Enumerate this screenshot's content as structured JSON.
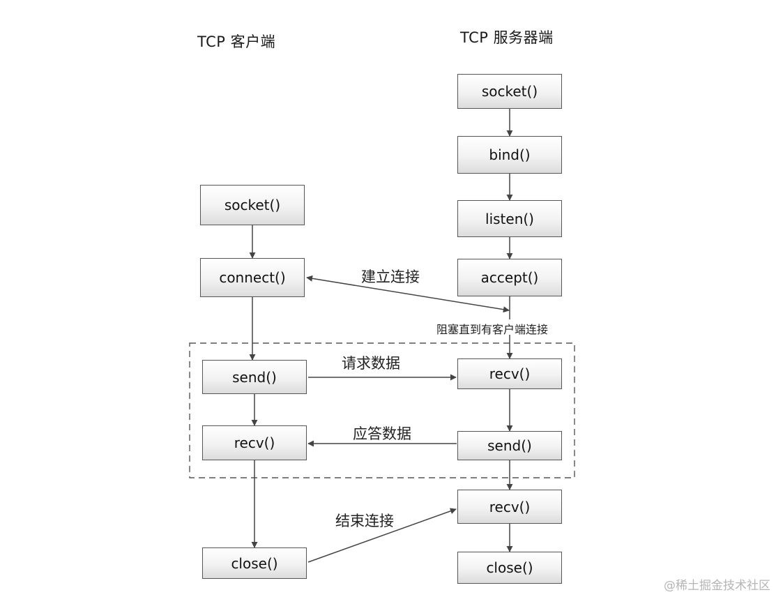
{
  "titles": {
    "client": "TCP 客户端",
    "server": "TCP 服务器端"
  },
  "client": {
    "socket": "socket()",
    "connect": "connect()",
    "send": "send()",
    "recv": "recv()",
    "close": "close()"
  },
  "server": {
    "socket": "socket()",
    "bind": "bind()",
    "listen": "listen()",
    "accept": "accept()",
    "recv1": "recv()",
    "send": "send()",
    "recv2": "recv()",
    "close": "close()"
  },
  "labels": {
    "establish": "建立连接",
    "blocking": "阻塞直到有客户端连接",
    "request": "请求数据",
    "response": "应答数据",
    "finish": "结束连接"
  },
  "watermark": "@稀土掘金技术社区"
}
